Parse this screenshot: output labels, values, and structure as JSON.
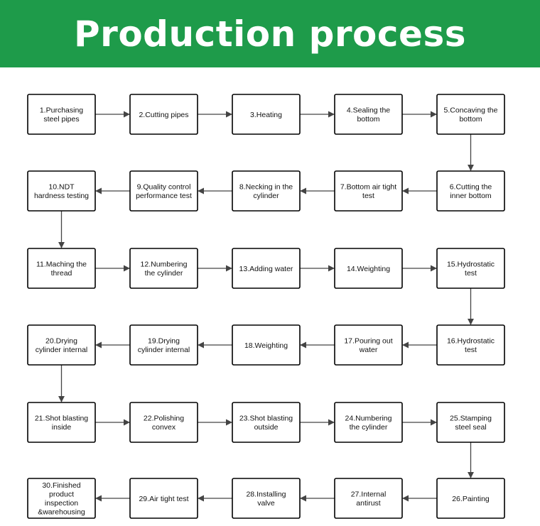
{
  "header": {
    "title": "Production process"
  },
  "colors": {
    "header_bg": "#1e9b4a",
    "box_border": "#000000",
    "arrow": "#444444"
  },
  "steps": [
    [
      "1.Purchasing",
      "steel pipes"
    ],
    [
      "2.Cutting pipes"
    ],
    [
      "3.Heating"
    ],
    [
      "4.Sealing the",
      "bottom"
    ],
    [
      "5.Concaving the",
      "bottom"
    ],
    [
      "6.Cutting the",
      "inner bottom"
    ],
    [
      "7.Bottom air tight",
      "test"
    ],
    [
      "8.Necking in the",
      "cylinder"
    ],
    [
      "9.Quality control",
      "performance test"
    ],
    [
      "10.NDT",
      "hardness testing"
    ],
    [
      "11.Maching the",
      "thread"
    ],
    [
      "12.Numbering",
      "the cylinder"
    ],
    [
      "13.Adding water"
    ],
    [
      "14.Weighting"
    ],
    [
      "15.Hydrostatic",
      "test"
    ],
    [
      "16.Hydrostatic",
      "test"
    ],
    [
      "17.Pouring out",
      "water"
    ],
    [
      "18.Weighting"
    ],
    [
      "19.Drying",
      "cylinder internal"
    ],
    [
      "20.Drying",
      "cylinder internal"
    ],
    [
      "21.Shot blasting",
      "inside"
    ],
    [
      "22.Polishing",
      "convex"
    ],
    [
      "23.Shot blasting",
      "outside"
    ],
    [
      "24.Numbering",
      "the cylinder"
    ],
    [
      "25.Stamping",
      "steel seal"
    ],
    [
      "26.Painting"
    ],
    [
      "27.Internal",
      "antirust"
    ],
    [
      "28.Installing",
      "valve"
    ],
    [
      "29.Air tight test"
    ],
    [
      "30.Finished",
      "product",
      "inspection",
      "&warehousing"
    ]
  ]
}
